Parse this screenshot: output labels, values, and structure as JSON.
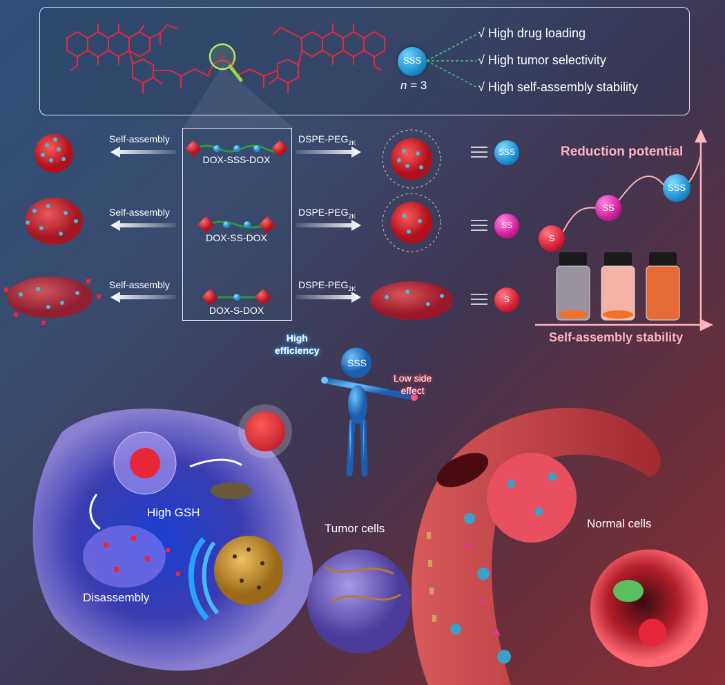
{
  "header": {
    "n_label_prefix": "n",
    "n_label_suffix": "= 3",
    "sss_sphere": "SSS",
    "linker_s": "S",
    "linker_n": "n",
    "benefits": [
      "√  High drug loading",
      "√  High tumor selectivity",
      "√  High self-assembly stability"
    ]
  },
  "rows": [
    {
      "assembly_label": "Self-assembly",
      "prodrug": "DOX-SSS-DOX",
      "peg_label": "DSPE-PEG",
      "peg_sub": "2K",
      "sphere": "SSS"
    },
    {
      "assembly_label": "Self-assembly",
      "prodrug": "DOX-SS-DOX",
      "peg_label": "DSPE-PEG",
      "peg_sub": "2K",
      "sphere": "SS"
    },
    {
      "assembly_label": "Self-assembly",
      "prodrug": "DOX-S-DOX",
      "peg_label": "DSPE-PEG",
      "peg_sub": "2K",
      "sphere": "S"
    }
  ],
  "graph": {
    "y_label": "Reduction potential",
    "x_label": "Self-assembly stability",
    "points": [
      "S",
      "SS",
      "SSS"
    ]
  },
  "figure": {
    "head_label": "SSS",
    "left_hand": "High efficiency",
    "left_hand_line1": "High",
    "left_hand_line2": "efficiency",
    "right_hand_line1": "Low side",
    "right_hand_line2": "effect"
  },
  "bottom": {
    "high_gsh": "High GSH",
    "disassembly": "Disassembly",
    "tumor_cells": "Tumor cells",
    "normal_cells": "Normal cells"
  },
  "colors": {
    "accent_red": "#e8263a",
    "drug_teal": "#3fc0d6",
    "sss_blue": "#1e8fd0",
    "ss_magenta": "#d01e9a",
    "s_red": "#d41e34",
    "pink_line": "#ff9aa8"
  }
}
